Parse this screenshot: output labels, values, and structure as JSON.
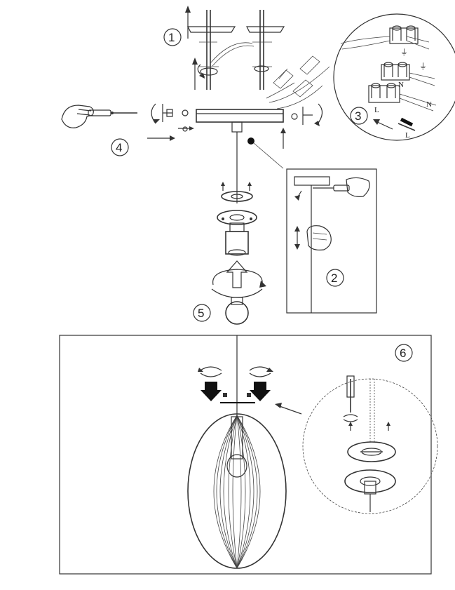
{
  "steps": {
    "step1": "1",
    "step2": "2",
    "step3": "3",
    "step4": "4",
    "step5": "5",
    "step6": "6"
  },
  "terminal_labels": {
    "earth_symbol": "⏚",
    "n_upper": "N",
    "l_lower": "L",
    "n_lower": "N",
    "l_wire": "L"
  },
  "colors": {
    "line": "#333333",
    "background": "#ffffff"
  }
}
